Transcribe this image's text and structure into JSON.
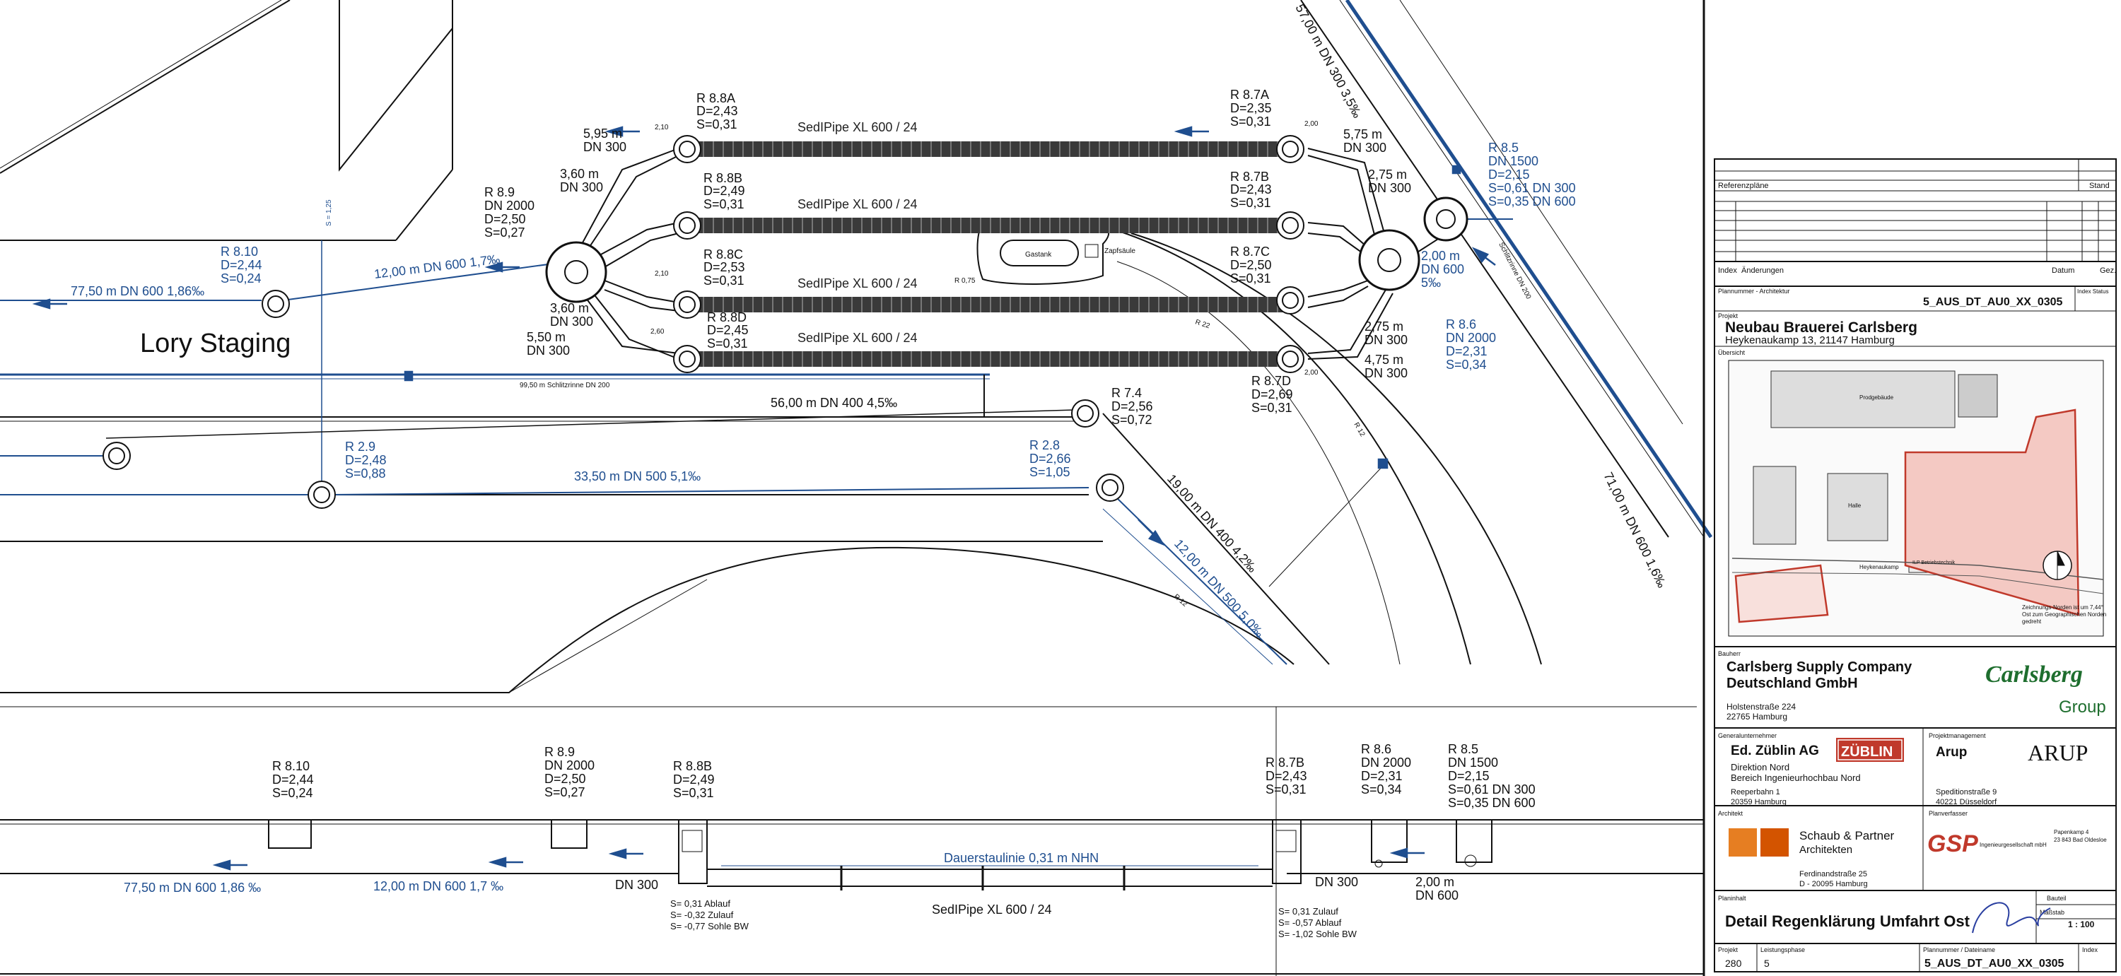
{
  "plan_view": {
    "area_label": "Lory Staging",
    "shafts": {
      "r88a": [
        "R 8.8A",
        "D=2,43",
        "S=0,31"
      ],
      "r88b": [
        "R 8.8B",
        "D=2,49",
        "S=0,31"
      ],
      "r88c": [
        "R 8.8C",
        "D=2,53",
        "S=0,31"
      ],
      "r88d": [
        "R 8.8D",
        "D=2,45",
        "S=0,31"
      ],
      "r87a": [
        "R 8.7A",
        "D=2,35",
        "S=0,31"
      ],
      "r87b": [
        "R 8.7B",
        "D=2,43",
        "S=0,31"
      ],
      "r87c": [
        "R 8.7C",
        "D=2,50",
        "S=0,31"
      ],
      "r87d": [
        "R 8.7D",
        "D=2,69",
        "S=0,31"
      ],
      "r89": [
        "R 8.9",
        "DN 2000",
        "D=2,50",
        "S=0,27"
      ],
      "r810": [
        "R 8.10",
        "D=2,44",
        "S=0,24"
      ],
      "r86": [
        "R 8.6",
        "DN 2000",
        "D=2,31",
        "S=0,34"
      ],
      "r85": [
        "R 8.5",
        "DN 1500",
        "D=2,15",
        "S=0,61  DN 300",
        "S=0,35  DN 600"
      ],
      "r74": [
        "R 7.4",
        "D=2,56",
        "S=0,72"
      ],
      "r29": [
        "R 2.9",
        "D=2,48",
        "S=0,88"
      ],
      "r28": [
        "R 2.8",
        "D=2,66",
        "S=1,05"
      ]
    },
    "pipes": {
      "sedipipe": "SedIPipe XL 600 / 24",
      "sedipipe_list": [
        "SedIPipe XL 600 / 24",
        "SedIPipe XL 600 / 24",
        "SedIPipe XL 600 / 24",
        "SedIPipe XL 600 / 24"
      ],
      "p_595": [
        "5,95 m",
        "DN 300"
      ],
      "p_360a": [
        "3,60 m",
        "DN 300"
      ],
      "p_360b": [
        "3,60 m",
        "DN 300"
      ],
      "p_550": [
        "5,50 m",
        "DN 300"
      ],
      "p_575": [
        "5,75 m",
        "DN 300"
      ],
      "p_275a": [
        "2,75 m",
        "DN 300"
      ],
      "p_275b": [
        "2,75 m",
        "DN 300"
      ],
      "p_475": [
        "4,75 m",
        "DN 300"
      ],
      "p_200": [
        "2,00 m",
        "DN 600",
        "5‰"
      ],
      "p_1200_600": "12,00 m  DN 600  1,7‰",
      "p_7750": "77,50 m  DN 600  1,86‰",
      "p_5600": "56,00 m  DN 400  4,5‰",
      "p_3350": "33,50 m  DN 500  5,1‰",
      "p_1900": "19,00 m  DN 400  4,2‰",
      "p_1200_500": "12,00 m  DN 500  5,0‰",
      "p_5700": "57,00 m  DN 300  3,5‰",
      "p_7100": "71,00 m  DN 600  1,6‰",
      "schlitzrinne": "99,50 m  Schlitzrinne  DN 200",
      "schlitzrinne2": "Schlitzrinne DN 200"
    },
    "equipment": {
      "gastank": "Gastank",
      "zapfsaeule": "Zapfsäule"
    },
    "misc": {
      "r075": "R 0,75",
      "r22": "R 22",
      "r12a": "R 12",
      "r12b": "R 12",
      "s125": "S = 1,25",
      "dim_210a": "2,10",
      "dim_210b": "2,10",
      "dim_260": "2,60",
      "dim_200a": "2,00",
      "dim_200b": "2,00"
    }
  },
  "section_view": {
    "shafts": {
      "r810": [
        "R 8.10",
        "D=2,44",
        "S=0,24"
      ],
      "r89": [
        "R 8.9",
        "DN 2000",
        "D=2,50",
        "S=0,27"
      ],
      "r88b": [
        "R 8.8B",
        "D=2,49",
        "S=0,31"
      ],
      "r87b": [
        "R 8.7B",
        "D=2,43",
        "S=0,31"
      ],
      "r86": [
        "R 8.6",
        "DN 2000",
        "D=2,31",
        "S=0,34"
      ],
      "r85": [
        "R 8.5",
        "DN 1500",
        "D=2,15",
        "S=0,61  DN 300",
        "S=0,35  DN 600"
      ]
    },
    "pipes": {
      "p_7750": "77,50 m  DN 600  1,86 ‰",
      "p_1200": "12,00 m  DN 600  1,7 ‰",
      "dn300_left": "DN 300",
      "dn300_right": "DN 300",
      "p_200": [
        "2,00 m",
        "DN 600"
      ],
      "dauerstau": "Dauerstaulinie 0,31 m NHN",
      "sedipipe": "SedIPipe XL 600 / 24"
    },
    "levels_left": [
      "S=  0,31  Ablauf",
      "S= -0,32  Zulauf",
      "S= -0,77  Sohle BW"
    ],
    "levels_right": [
      "S=  0,31  Zulauf",
      "S= -0,57  Ablauf",
      "S= -1,02  Sohle BW"
    ]
  },
  "title_block": {
    "referenzplaene": "Referenzpläne",
    "stand": "Stand",
    "index": "Index",
    "aenderungen": "Änderungen",
    "datum": "Datum",
    "gez": "Gez.",
    "plannummer_label": "Plannummer - Architektur",
    "plannummer": "5_AUS_DT_AU0_XX_0305",
    "index_status": "Index Status",
    "projekt_label": "Projekt",
    "projekt": "Neubau Brauerei Carlsberg",
    "adresse": "Heykenaukamp 13, 21147 Hamburg",
    "uebersicht": "Übersicht",
    "map_labels": {
      "prodgeb": "Prodgebäude",
      "halle": "Halle",
      "heykenaukamp": "Heykenaukamp",
      "ilp": "ILP Betriebstechnik",
      "norden_note": "Zeichnungs-Norden ist um 7,44° Ost zum Geographischen Norden gedreht"
    },
    "bauherr_label": "Bauherr",
    "bauherr": [
      "Carlsberg Supply Company",
      "Deutschland GmbH"
    ],
    "bauherr_addr": [
      "Holstenstraße 224",
      "22765 Hamburg"
    ],
    "carlsberg_logo": [
      "Carlsberg",
      "Group"
    ],
    "gu_label": "Generalunternehmer",
    "gu": "Ed. Züblin AG",
    "gu_lines": [
      "Direktion Nord",
      "Bereich Ingenieurhochbau Nord",
      "Reeperbahn 1",
      "20359 Hamburg"
    ],
    "zublin_logo": "ZÜBLIN",
    "pm_label": "Projektmanagement",
    "pm": "Arup",
    "arup_logo": "ARUP",
    "pm_addr": [
      "Speditionstraße 9",
      "40221 Düsseldorf"
    ],
    "architekt_label": "Architekt",
    "architekt": [
      "Schaub & Partner",
      "Architekten"
    ],
    "architekt_addr": [
      "Ferdinandstraße 25",
      "D - 20095 Hamburg"
    ],
    "planverfasser_label": "Planverfasser",
    "gsp_logo": "GSP",
    "gsp_sub": "Ingenieurgesellschaft mbH",
    "gsp_addr": [
      "Papenkamp 4",
      "23 843 Bad Oldesloe"
    ],
    "planinhalt_label": "Planinhalt",
    "planinhalt": "Detail Regenklärung Umfahrt Ost",
    "bauteil": "Bauteil",
    "massstab_label": "Maßstab",
    "massstab": "1 : 100",
    "projekt_nr_label": "Projekt",
    "projekt_nr": "280",
    "leistungsphase_label": "Leistungsphase",
    "leistungsphase": "5",
    "plannummer_dateiname_label": "Plannummer / Dateiname",
    "plannummer_bottom": "5_AUS_DT_AU0_XX_0305",
    "index2": "Index"
  },
  "colors": {
    "line": "#111111",
    "blue": "#1f4e8f",
    "sedipipe": "#3a3a3a",
    "red": "#c0392b",
    "orange": "#e67e22"
  }
}
